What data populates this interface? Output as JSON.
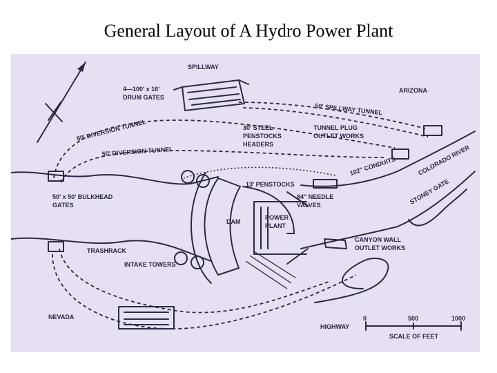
{
  "slide": {
    "title": "General Layout of A Hydro Power Plant"
  },
  "colors": {
    "background": "#ffffff",
    "diagram_bg": "#e7dff2",
    "ink": "#2e2944"
  },
  "labels": {
    "spillway": "SPILLWAY",
    "drum_gates_1": "4—100' x 16'",
    "drum_gates_2": "DRUM GATES",
    "arizona": "ARIZONA",
    "spillway_tunnel": "50' SPILLWAY TUNNEL",
    "diversion_tunnel_1": "50' DIVERSION TUNNEL",
    "diversion_tunnel_2": "50' DIVERSION TUNNEL",
    "steel_penstocks_1": "30' STEEL",
    "steel_penstocks_2": "PENSTOCKS",
    "steel_penstocks_3": "HEADERS",
    "tunnel_plug_1": "TUNNEL PLUG",
    "tunnel_plug_2": "OUTLET WORKS",
    "colorado_river": "COLORADO RIVER",
    "conduits": "102\" CONDUITS",
    "penstocks_13": "13' PENSTOCKS",
    "bulkhead_1": "50' x 50' BULKHEAD",
    "bulkhead_2": "GATES",
    "needle_valves_1": "84\" NEEDLE",
    "needle_valves_2": "VALVES",
    "stoney_gate": "STONEY GATE",
    "dam": "DAM",
    "power_plant_1": "POWER",
    "power_plant_2": "PLANT",
    "canyon_wall_1": "CANYON WALL",
    "canyon_wall_2": "OUTLET WORKS",
    "trashrack": "TRASHRACK",
    "intake_towers": "INTAKE TOWERS",
    "nevada": "NEVADA",
    "highway": "HIGHWAY",
    "scale_0": "0",
    "scale_500": "500",
    "scale_1000": "1000",
    "scale_feet": "SCALE OF FEET"
  }
}
